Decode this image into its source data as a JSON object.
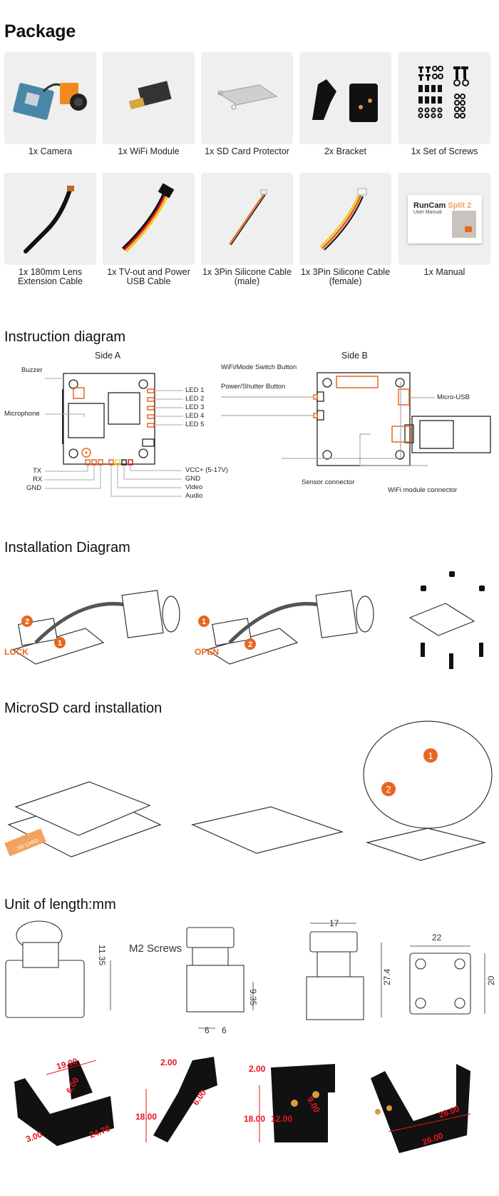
{
  "headings": {
    "package": "Package",
    "instruction": "Instruction diagram",
    "installation": "Installation Diagram",
    "microsd": "MicroSD card installation",
    "unit": "Unit of length:mm"
  },
  "package_items": [
    {
      "caption": "1x Camera",
      "icon": "camera-image"
    },
    {
      "caption": "1x WiFi Module",
      "icon": "wifi-module-image"
    },
    {
      "caption": "1x SD Card Protector",
      "icon": "sd-protector-image"
    },
    {
      "caption": "2x Bracket",
      "icon": "bracket-image"
    },
    {
      "caption": "1x Set of Screws",
      "icon": "screws-image"
    },
    {
      "caption": "1x 180mm Lens\nExtension Cable",
      "line1": "1x 180mm Lens",
      "line2": "Extension Cable",
      "icon": "lens-cable-image"
    },
    {
      "caption": "1x TV-out and Power USB Cable",
      "line1": "1x TV-out and Power",
      "line2": "USB Cable",
      "icon": "usb-cable-image"
    },
    {
      "caption": "1x 3Pin Silicone Cable (male)",
      "line1": "1x 3Pin Silicone Cable",
      "line2": "(male)",
      "icon": "cable-male-image"
    },
    {
      "caption": "1x 3Pin Silicone Cable (female)",
      "line1": "1x 3Pin Silicone Cable",
      "line2": "(female)",
      "icon": "cable-female-image"
    },
    {
      "caption": "1x Manual",
      "line1": "1x Manual",
      "line2": "",
      "icon": "manual-image"
    }
  ],
  "manual_cover": {
    "brand": "RunCam",
    "model": "Split 2",
    "subtitle": "User Manual"
  },
  "instruction": {
    "side_a": {
      "title": "Side A",
      "left_labels": [
        "Buzzer",
        "Microphone",
        "TX",
        "RX",
        "GND"
      ],
      "right_labels": [
        "LED 1",
        "LED 2",
        "LED 3",
        "LED 4",
        "LED 5",
        "VCC+ (5-17V)",
        "GND",
        "Video",
        "Audio"
      ]
    },
    "side_b": {
      "title": "Side B",
      "labels": [
        "WiFi/Mode Switch Button",
        "Power/Shutter Button",
        "Micro-USB",
        "Sensor connector",
        "WiFi module connector"
      ]
    },
    "colors": {
      "accent": "#e8661e",
      "yellow": "#f5e100",
      "red": "#e8141e",
      "line": "#999999"
    }
  },
  "installation": {
    "lock_label": "LOCK",
    "open_label": "OPEN",
    "steps": [
      "1",
      "2"
    ]
  },
  "microsd": {
    "card_label": "SD CARD",
    "steps": [
      "1",
      "2"
    ]
  },
  "dimensions": {
    "camera": [
      "11.35",
      "M2 Screws",
      "9.35",
      "6",
      "6",
      "17",
      "27.4",
      "22",
      "20"
    ],
    "brackets": [
      "19.00",
      "6.00",
      "3.00",
      "24.70",
      "2.00",
      "6.00",
      "18.00",
      "2.00",
      "18.00",
      "12.00",
      "9.00",
      "28.00",
      "26.00"
    ]
  }
}
